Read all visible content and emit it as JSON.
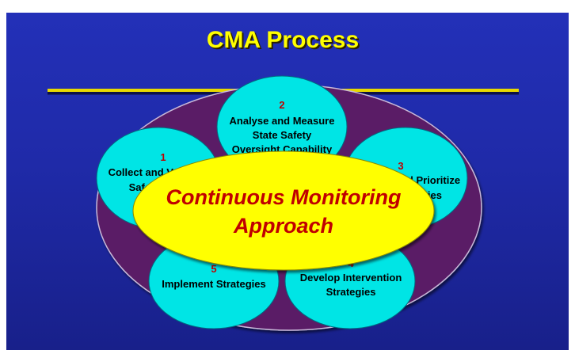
{
  "slide": {
    "title": "CMA Process",
    "center_lines": [
      "Continuous Monitoring",
      "Approach"
    ]
  },
  "steps": [
    {
      "number": "1",
      "lines": [
        "Collect and Validate",
        "Safety Data"
      ]
    },
    {
      "number": "2",
      "lines": [
        "Analyse and Measure",
        "State Safety",
        "Oversight Capability"
      ]
    },
    {
      "number": "3",
      "lines": [
        "Identify and Prioritize",
        "Deficiencies"
      ]
    },
    {
      "number": "4",
      "lines": [
        "Develop Intervention",
        "Strategies"
      ]
    },
    {
      "number": "5",
      "lines": [
        "Implement Strategies"
      ]
    }
  ],
  "colors": {
    "background": "#1f2aa8",
    "title": "#ffff00",
    "outer_ellipse": "#5a1a66",
    "step_circle": "#00e5e5",
    "center_ellipse": "#ffff00",
    "center_text": "#c00000",
    "step_number": "#c00000"
  }
}
